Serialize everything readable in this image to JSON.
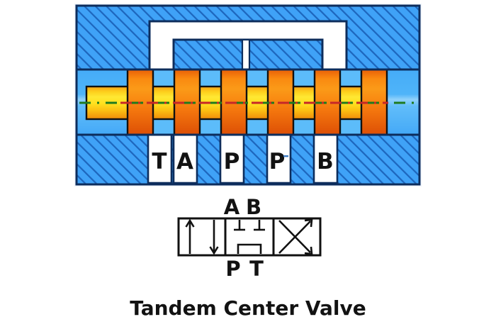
{
  "diagram": {
    "title": "Tandem Center Valve",
    "type": "hydraulic-directional-control-valve-cross-section"
  },
  "cross_section": {
    "housing": {
      "body_color": "#3fa2f7",
      "hatch_color": "#1d5fb0",
      "outline_color": "#0d2d5c",
      "bore_color": "#4db4f9",
      "passage_color": "#ffffff"
    },
    "spool": {
      "land_color": "#f07a10",
      "land_edge_color": "#e05a0a",
      "neck_color": "#ffd21a",
      "neck_edge_color": "#e8a000",
      "centerline_color_over_bore": "#1f7a1f",
      "centerline_color_over_spool": "#c62828"
    },
    "ports": [
      {
        "label": "T"
      },
      {
        "label": "A"
      },
      {
        "label": "P"
      },
      {
        "label": "P"
      },
      {
        "label": "B"
      }
    ]
  },
  "symbol": {
    "top_labels": [
      "A",
      "B"
    ],
    "bottom_labels": [
      "P",
      "T"
    ],
    "envelopes": [
      {
        "name": "left-position",
        "arrows": "parallel-up-down"
      },
      {
        "name": "center-position",
        "arrows": "tandem-center-a-b-blocked-p-to-t"
      },
      {
        "name": "right-position",
        "arrows": "crossed"
      }
    ],
    "line_color": "#111111"
  },
  "caption": {
    "text": "Tandem Center Valve"
  }
}
